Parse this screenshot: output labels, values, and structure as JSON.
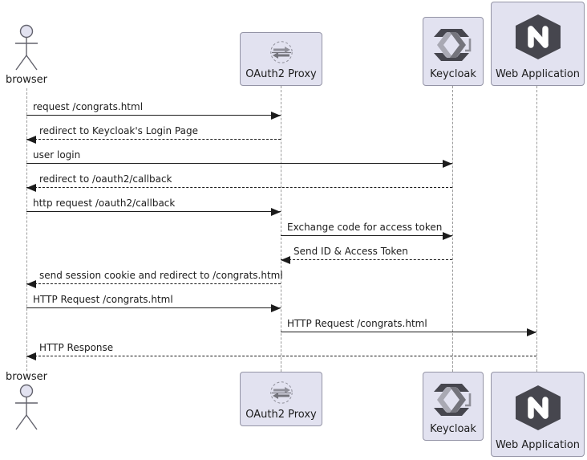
{
  "diagram": {
    "type": "sequence",
    "description": "OAuth2 Proxy / Keycloak / nginx authentication flow sequence diagram"
  },
  "colors": {
    "bg": "#ffffff",
    "fill": "#e2e2f0",
    "border": "#9494a6",
    "lifeline": "#9a9a9a",
    "line": "#1c1c1c",
    "text": "#1c1c1c",
    "actor_stroke": "#63636d",
    "icon_dark": "#46464e",
    "icon_medium": "#74747c",
    "icon_light": "#a9a9b3",
    "icon_gray": "#8f8f99",
    "icon_white": "#ffffff"
  },
  "participants": [
    {
      "id": "browser",
      "kind": "actor",
      "label": "browser",
      "icon": "actor-icon"
    },
    {
      "id": "oauth2-proxy",
      "kind": "component",
      "label": "OAuth2 Proxy",
      "icon": "exchange-arrows-icon"
    },
    {
      "id": "keycloak",
      "kind": "component",
      "label": "Keycloak",
      "icon": "keycloak-icon"
    },
    {
      "id": "web-application",
      "kind": "component",
      "label": "Web Application",
      "icon": "nginx-icon"
    }
  ],
  "messages": [
    {
      "label": "request /congrats.html",
      "from": "browser",
      "to": "oauth2-proxy",
      "line": "solid"
    },
    {
      "label": "redirect to Keycloak's Login Page",
      "from": "oauth2-proxy",
      "to": "browser",
      "line": "dashed"
    },
    {
      "label": "user login",
      "from": "browser",
      "to": "keycloak",
      "line": "solid"
    },
    {
      "label": "redirect to /oauth2/callback",
      "from": "keycloak",
      "to": "browser",
      "line": "dashed"
    },
    {
      "label": "http request /oauth2/callback",
      "from": "browser",
      "to": "oauth2-proxy",
      "line": "solid"
    },
    {
      "label": "Exchange code for access token",
      "from": "oauth2-proxy",
      "to": "keycloak",
      "line": "solid"
    },
    {
      "label": "Send ID & Access Token",
      "from": "keycloak",
      "to": "oauth2-proxy",
      "line": "dashed"
    },
    {
      "label": "send session cookie and redirect to /congrats.html",
      "from": "oauth2-proxy",
      "to": "browser",
      "line": "dashed"
    },
    {
      "label": "HTTP Request /congrats.html",
      "from": "browser",
      "to": "oauth2-proxy",
      "line": "solid"
    },
    {
      "label": "HTTP Request /congrats.html",
      "from": "oauth2-proxy",
      "to": "web-application",
      "line": "solid"
    },
    {
      "label": "HTTP Response",
      "from": "web-application",
      "to": "browser",
      "line": "dashed"
    }
  ]
}
